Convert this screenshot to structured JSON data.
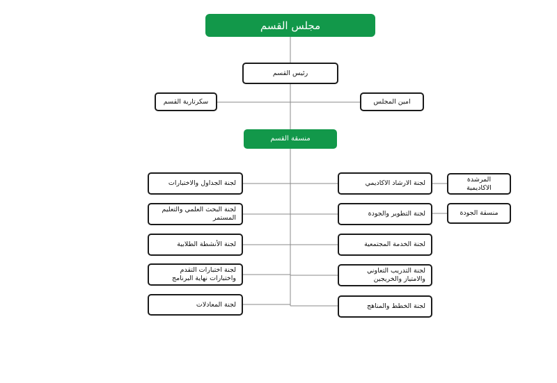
{
  "nodes": {
    "council": "مجلس القسم",
    "head": "رئيس القسم",
    "secretary": "سكرتارية القسم",
    "council_secretary": "امين المجلس",
    "coordinator": "منسقة القسم",
    "schedules": "لجنة الجداول والاختبارات",
    "research": "لجنة البحث العلمي والتعليم المستمر",
    "activities": "لجنة الأنشطة الطلابية",
    "progress_tests": "لجنة اختبارات التقدم واختبارات نهاية البرنامج",
    "equivalency": "لجنة المعادلات",
    "advising": "لجنة الارشاد الاكاديمي",
    "development": "لجنة التطوير والجودة",
    "community": "لجنة الخدمة المجتمعية",
    "coop": "لجنة التدريب التعاوني والامتياز والخريجين",
    "plans": "لجنة الخطط والمناهج",
    "academic_advisor": "المرشدة الاكاديمية",
    "quality_coordinator": "منسقة الجودة"
  },
  "colors": {
    "primary_green": "#12984a",
    "border": "#1a1a1a",
    "connector": "#8a8a8a"
  }
}
